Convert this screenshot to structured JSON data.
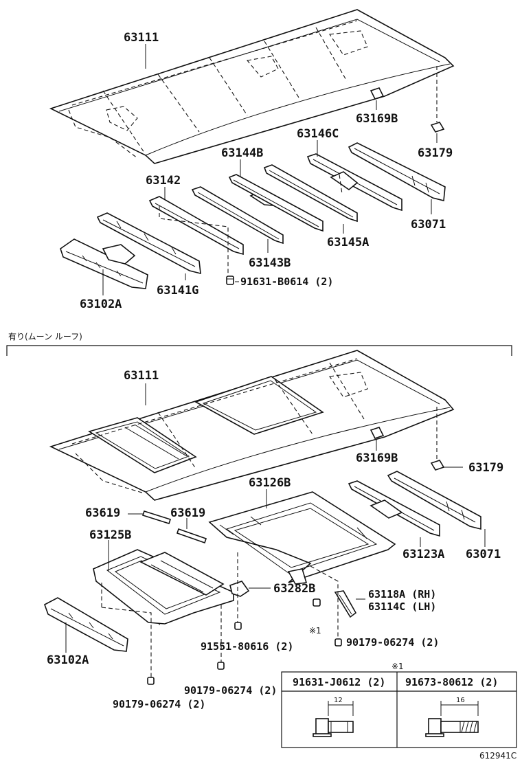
{
  "upper": {
    "roof": "63111",
    "roof_bracket": "63169B",
    "roof_clip": "63179",
    "bow_146c": "63146C",
    "bow_144b": "63144B",
    "bow_142": "63142",
    "bow_143b": "63143B",
    "bow_145a": "63145A",
    "bow_071": "63071",
    "rail_front": "63102A",
    "bow_141g": "63141G",
    "bolt": "91631-B0614 (2)"
  },
  "section_note": "有り(ムーン ルーフ)",
  "lower": {
    "roof": "63111",
    "roof_bracket": "63169B",
    "roof_clip": "63179",
    "sunroof_frame": "63126B",
    "bow_123a": "63123A",
    "bow_071": "63071",
    "pad_a": "63619",
    "pad_b": "63619",
    "housing": "63125B",
    "bracket_282b": "63282B",
    "bracket_rh": "63118A (RH)",
    "bracket_lh": "63114C (LH)",
    "bolt_91551": "91551-80616 (2)",
    "nut_a": "90179-06274 (2)",
    "nut_b": "90179-06274 (2)",
    "nut_c": "90179-06274 (2)",
    "rail_front": "63102A",
    "ref_mark": "※1"
  },
  "note_table": {
    "mark": "※1",
    "col1": {
      "part": "91631-J0612 (2)",
      "dim": "12"
    },
    "col2": {
      "part": "91673-80612 (2)",
      "dim": "16"
    }
  },
  "figure_id": "612941C"
}
